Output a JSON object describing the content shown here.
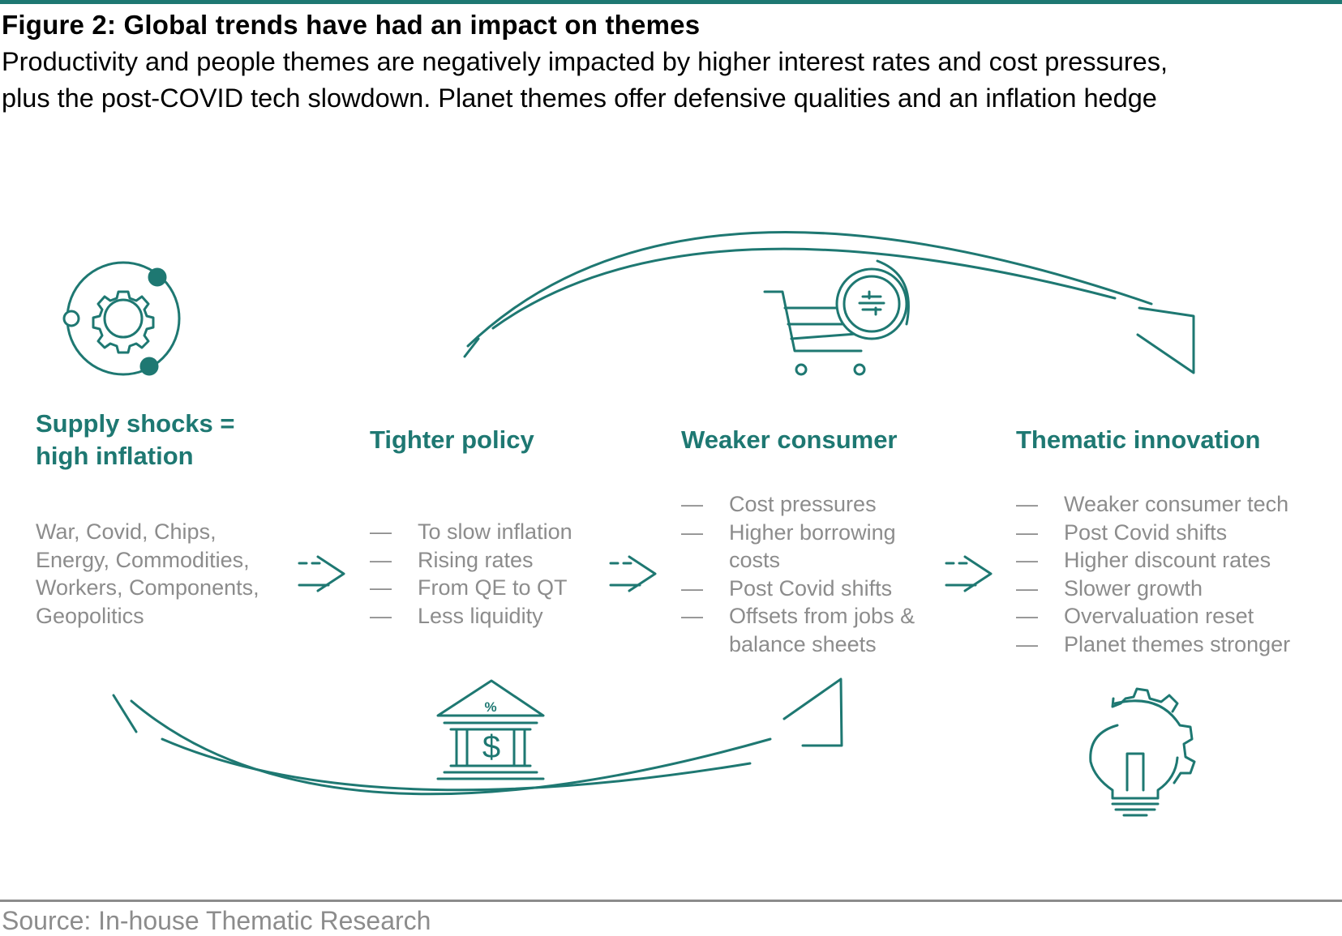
{
  "figure": {
    "title": "Figure 2: Global trends have had an impact on themes",
    "subtitle_line1": "Productivity and people themes are negatively impacted by higher interest rates and cost pressures,",
    "subtitle_line2": "plus the post-COVID tech slowdown. Planet themes offer defensive qualities and an inflation hedge"
  },
  "stages": [
    {
      "heading_line1": "Supply shocks =",
      "heading_line2": "high inflation",
      "lines": [
        "War, Covid, Chips,",
        "Energy, Commodities,",
        "Workers, Components,",
        "Geopolitics"
      ],
      "icon": "gear-orbit-icon"
    },
    {
      "heading": "Tighter policy",
      "bullets": [
        "To slow inflation",
        "Rising rates",
        "From QE to QT",
        "Less liquidity"
      ],
      "icon": "bank-icon"
    },
    {
      "heading": "Weaker consumer",
      "bullets": [
        "Cost pressures",
        "Higher borrowing",
        "costs",
        "Post Covid shifts",
        "Offsets from jobs &",
        "balance sheets"
      ],
      "bullet_dash": [
        true,
        true,
        false,
        true,
        true,
        false
      ],
      "icon": "shopping-cart-icon"
    },
    {
      "heading": "Thematic innovation",
      "bullets": [
        "Weaker consumer tech",
        "Post Covid shifts",
        "Higher discount rates",
        "Slower growth",
        "Overvaluation reset",
        "Planet themes stronger"
      ],
      "icon": "lightbulb-gear-icon"
    }
  ],
  "dash_glyph": "—",
  "icons": {
    "bank_percent": "%",
    "bank_dollar": "$"
  },
  "colors": {
    "teal": "#1e7872",
    "grey_text": "#8c8c8c",
    "title_text": "#000000"
  },
  "source": "Source: In-house Thematic Research"
}
